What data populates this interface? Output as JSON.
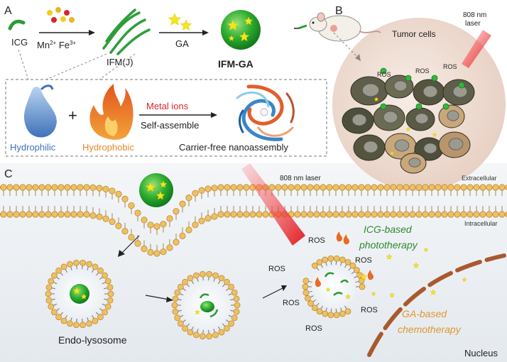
{
  "panelA": {
    "letter": "A",
    "icg": "ICG",
    "mn_ion": "Mn",
    "mn_charge": "2+",
    "fe_ion": "Fe",
    "fe_charge": "3+",
    "ifmj": "IFM(J)",
    "ga": "GA",
    "ifmga": "IFM-GA",
    "hydrophilic": "Hydrophilic",
    "plus": "+",
    "hydrophobic": "Hydrophobic",
    "metal_ions": "Metal ions",
    "self_assemble": "Self-assemble",
    "carrier_free": "Carrier-free nanoassembly"
  },
  "panelB": {
    "letter": "B",
    "laser_line1": "808 nm",
    "laser_line2": "laser",
    "tumor_cells": "Tumor cells",
    "ros": "ROS"
  },
  "panelC": {
    "letter": "C",
    "laser": "808 nm laser",
    "extracellular": "Extracellular",
    "intracellular": "Intracellular",
    "ros": "ROS",
    "icg_line1": "ICG-based",
    "icg_line2": "phototherapy",
    "ga_line1": "GA-based",
    "ga_line2": "chemotherapy",
    "endo": "Endo-lysosome",
    "nucleus": "Nucleus"
  },
  "colors": {
    "green_sphere": "#22a02a",
    "star": "#f4e61c",
    "lipid_head": "#f0c060",
    "laser_red": "#e8232a",
    "metal_ions_red": "#d6262b",
    "hydrophilic_blue": "#3d72b8",
    "hydrophobic_orange": "#e8872a",
    "nucleus_brown": "#a85a2e",
    "ifm_green": "#2e9e3a",
    "script_green": "#2c8a2f",
    "script_orange": "#e0972a"
  }
}
